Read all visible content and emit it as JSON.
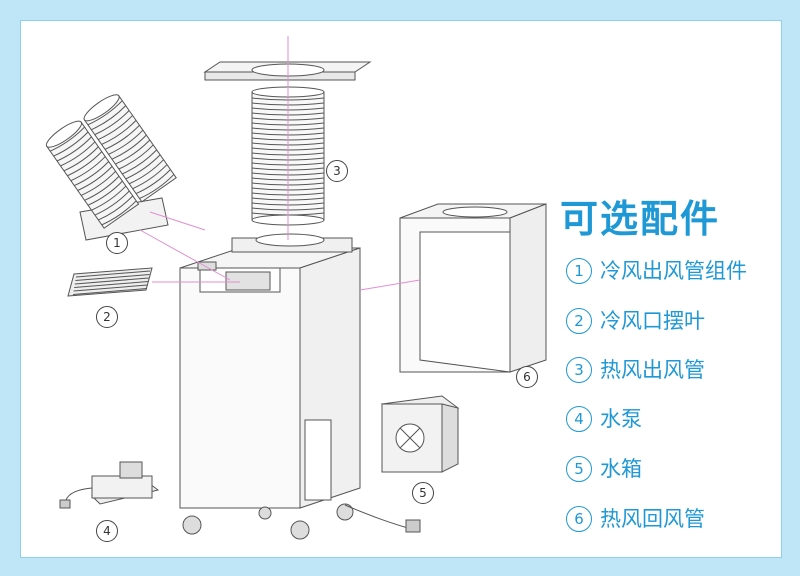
{
  "title": "可选配件",
  "accessories": [
    {
      "num": "1",
      "label": "冷风出风管组件"
    },
    {
      "num": "2",
      "label": "冷风口摆叶"
    },
    {
      "num": "3",
      "label": "热风出风管"
    },
    {
      "num": "4",
      "label": "水泵"
    },
    {
      "num": "5",
      "label": "水箱"
    },
    {
      "num": "6",
      "label": "热风回风管"
    }
  ],
  "colors": {
    "frame": "#bfe6f7",
    "accent": "#1f98d6",
    "leader": "#e08fd0"
  }
}
